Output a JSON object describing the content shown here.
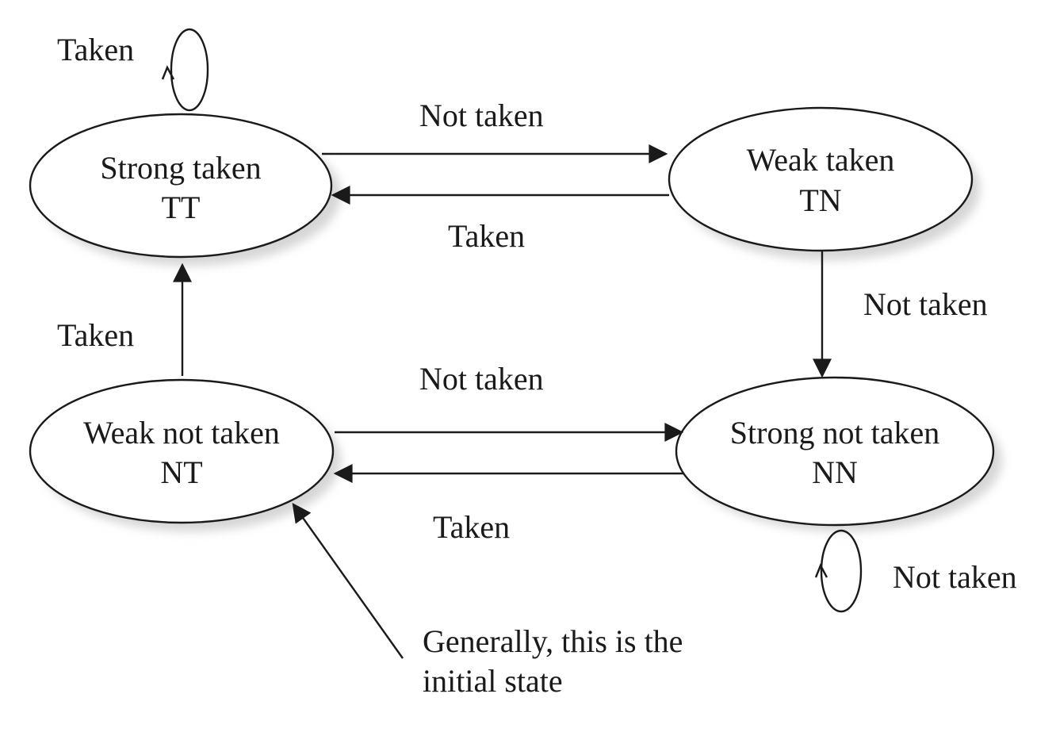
{
  "states": {
    "strong_taken": {
      "name": "Strong taken",
      "code": "TT"
    },
    "weak_taken": {
      "name": "Weak taken",
      "code": "TN"
    },
    "weak_not_taken": {
      "name": "Weak not taken",
      "code": "NT"
    },
    "strong_not_taken": {
      "name": "Strong not taken",
      "code": "NN"
    }
  },
  "transitions": {
    "tt_self": "Taken",
    "tt_to_tn": "Not taken",
    "tn_to_tt": "Taken",
    "tn_to_nn": "Not taken",
    "nt_to_tt": "Taken",
    "nt_to_nn": "Not taken",
    "nn_to_nt": "Taken",
    "nn_self": "Not taken"
  },
  "annotation": {
    "line1": "Generally, this is the",
    "line2": "initial state"
  }
}
